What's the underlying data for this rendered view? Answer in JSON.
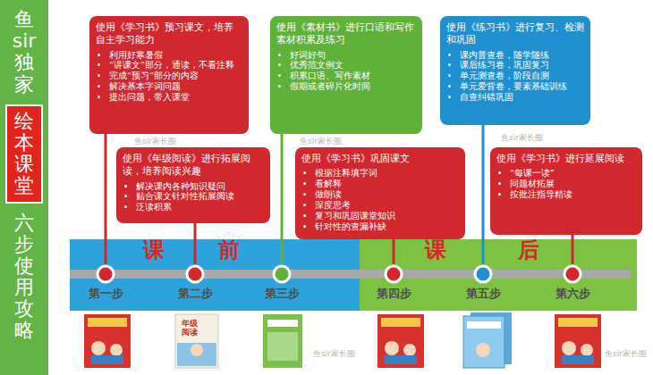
{
  "diagram": {
    "nodes": [
      {
        "text": [
          "鱼sir独家",
          "六步使用攻略"
        ]
      },
      {
        "text": [
          "绘本课堂"
        ],
        "in": 0
      },
      {
        "text": [
          "使用《学习书》预习课文，培养自主学习能力",
          "利用好寒暑假",
          "“讲课文”部分，通读，不看注释",
          "完成“预习”部分的内容",
          "解决基本字词问题",
          "提出问题，带入课堂"
        ]
      },
      {
        "text": [
          "使用《素材书》进行口语和写作素材积累及练习",
          "好词好句",
          "优秀范文例文",
          "积累口语、写作素材",
          "假期或者碎片化时间"
        ]
      },
      {
        "text": [
          "使用《练习书》进行复习、检测和巩固",
          "课内普查卷，随学随练",
          "课后练习卷，巩固复习",
          "单元测查卷，阶段自测",
          "单元爱背卷，要素基础训练",
          "自查纠错巩固"
        ]
      },
      {
        "text": [
          "使用《年级阅读》进行拓展阅读，培养阅读兴趣",
          "解决课内各种知识疑问",
          "贴合课文针对性拓展阅读",
          "泛读积累"
        ]
      },
      {
        "text": [
          "使用《学习书》巩固课文",
          "根据注释填字词",
          "看解释",
          "做朗读",
          "深度思考",
          "复习和巩固课堂知识",
          "针对性的查漏补缺"
        ]
      },
      {
        "text": [
          "使用《学习书》进行延展阅读",
          "“每课一读”",
          "同题材拓展",
          "按批注指导精读"
        ]
      },
      {
        "text": [
          "课 前"
        ]
      },
      {
        "text": [
          "课 后"
        ]
      },
      {
        "text": [
          "第一步"
        ],
        "in": 8
      },
      {
        "text": [
          "第二步"
        ],
        "in": 8
      },
      {
        "text": [
          "第三步"
        ],
        "in": 8
      },
      {
        "text": [
          "第四步"
        ],
        "in": 9
      },
      {
        "text": [
          "第五步"
        ],
        "in": 9
      },
      {
        "text": [
          "第六步"
        ],
        "in": 9
      }
    ],
    "edges": [
      {
        "from": 2,
        "to": 10,
        "arrow": "none"
      },
      {
        "from": 5,
        "to": 11,
        "arrow": "none"
      },
      {
        "from": 3,
        "to": 12,
        "arrow": "none"
      },
      {
        "from": 6,
        "to": 13,
        "arrow": "none"
      },
      {
        "from": 4,
        "to": 14,
        "arrow": "none"
      },
      {
        "from": 7,
        "to": 15,
        "arrow": "none"
      }
    ],
    "labels": [
      "年级阅读",
      "鱼sir家长圈",
      "鱼sir家长圈",
      "鱼sir家长圈",
      "鱼sir家长圈",
      "鱼sir家长圈"
    ]
  }
}
